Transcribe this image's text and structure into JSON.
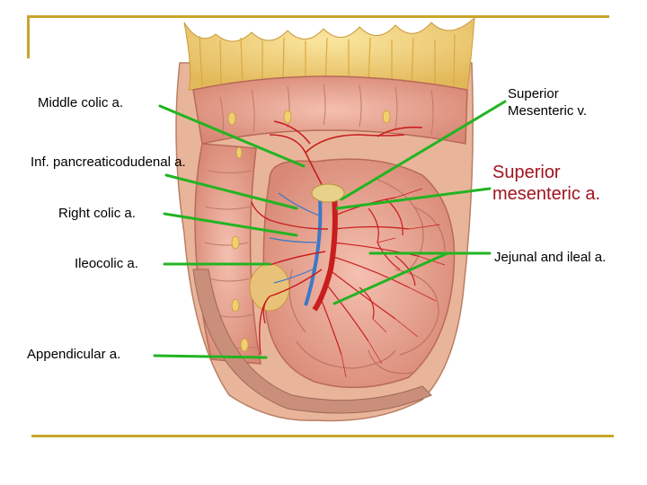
{
  "labels": {
    "middle_colic": "Middle colic a.",
    "inf_pancreaticoduodenal": "Inf. pancreaticodudenal a.",
    "right_colic": "Right colic a.",
    "ileocolic": "Ileocolic a.",
    "appendicular": "Appendicular a.",
    "superior_mesenteric_v_line1": "Superior",
    "superior_mesenteric_v_line2": "Mesenteric v.",
    "superior_mesenteric_a_line1": "Superior",
    "superior_mesenteric_a_line2": "mesenteric a.",
    "jejunal_ileal": "Jejunal and ileal a."
  },
  "colors": {
    "frame": "#c8a52a",
    "pointer": "#22b422",
    "artery": "#c81e1e",
    "vein": "#3c78c8",
    "highlight_label": "#a0141e"
  }
}
